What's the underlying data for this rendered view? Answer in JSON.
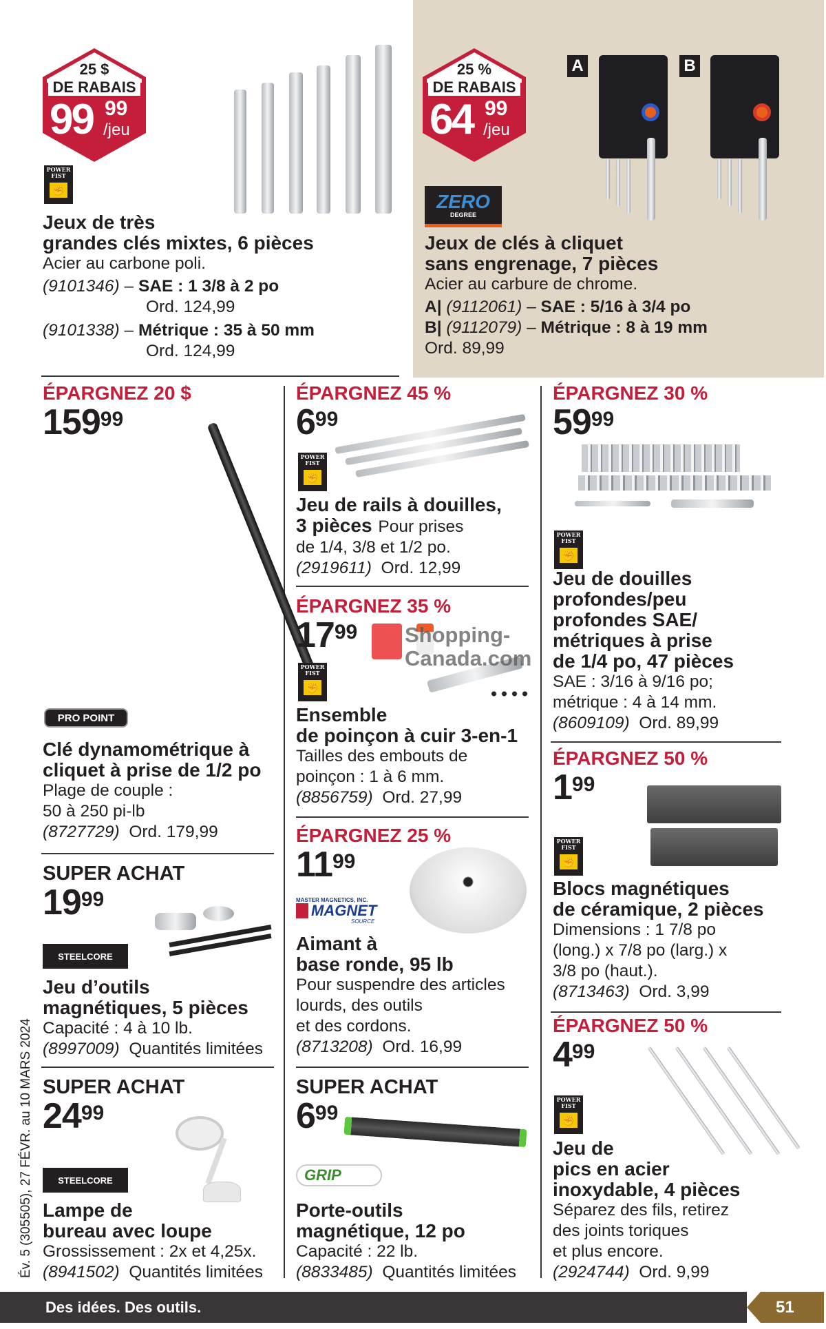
{
  "colors": {
    "accent_red": "#c41e3a",
    "top_right_bg": "#e0d7c6",
    "footer_bg": "#3a3536",
    "page_tab": "#8a6a2e",
    "power_fist_yellow": "#f5c800"
  },
  "top_left": {
    "badge": {
      "line1": "25 $",
      "line2": "DE RABAIS",
      "price_int": "99",
      "price_cents": "99",
      "unit": "/jeu"
    },
    "brand": "POWER FIST",
    "title": [
      "Jeux de très",
      "grandes clés mixtes, 6 pièces"
    ],
    "desc": "Acier au carbone poli.",
    "variants": [
      {
        "sku": "(9101346)",
        "sep": "–",
        "spec": "SAE : 1 3/8 à 2 po",
        "ord": "Ord. 124,99"
      },
      {
        "sku": "(9101338)",
        "sep": "–",
        "spec": "Métrique : 35 à 50 mm",
        "ord": "Ord. 124,99"
      }
    ]
  },
  "top_right": {
    "badge": {
      "line1": "25 %",
      "line2": "DE RABAIS",
      "price_int": "64",
      "price_cents": "99",
      "unit": "/jeu"
    },
    "brand": {
      "name": "ZERO",
      "sub": "DEGREE"
    },
    "image_labels": [
      "A",
      "B"
    ],
    "title": [
      "Jeux de clés à cliquet",
      "sans engrenage, 7 pièces"
    ],
    "desc": "Acier au carbure de chrome.",
    "variants": [
      {
        "label": "A|",
        "sku": "(9112061)",
        "sep": "–",
        "spec": "SAE : 5/16 à 3/4 po"
      },
      {
        "label": "B|",
        "sku": "(9112079)",
        "sep": "–",
        "spec": "Métrique : 8 à 19 mm"
      }
    ],
    "ord": "Ord. 89,99"
  },
  "products": [
    {
      "save": "ÉPARGNEZ 20 $",
      "price_int": "159",
      "price_cents": "99",
      "brand": "PRO POINT",
      "title": [
        "Clé dynamométrique à",
        "cliquet à prise de 1/2 po"
      ],
      "desc": [
        "Plage de couple :",
        "50 à 250 pi-lb"
      ],
      "sku": "(8727729)",
      "note": "Ord. 179,99"
    },
    {
      "save": "SUPER ACHAT",
      "price_int": "19",
      "price_cents": "99",
      "brand": "STEELCORE",
      "title": [
        "Jeu d’outils",
        "magnétiques, 5 pièces"
      ],
      "desc": [
        "Capacité : 4 à 10 lb."
      ],
      "sku": "(8997009)",
      "note": "Quantités limitées"
    },
    {
      "save": "SUPER ACHAT",
      "price_int": "24",
      "price_cents": "99",
      "brand": "STEELCORE",
      "title": [
        "Lampe de",
        "bureau avec loupe"
      ],
      "desc": [
        "Grossissement : 2x et 4,25x."
      ],
      "sku": "(8941502)",
      "note": "Quantités limitées"
    },
    {
      "save": "ÉPARGNEZ 45 %",
      "price_int": "6",
      "price_cents": "99",
      "brand": "POWER FIST",
      "title": [
        "Jeu de rails à douilles,",
        "3 pièces"
      ],
      "title_tail": "Pour prises",
      "desc": [
        "de 1/4, 3/8 et 1/2 po."
      ],
      "sku": "(2919611)",
      "note": "Ord. 12,99"
    },
    {
      "save": "ÉPARGNEZ 35 %",
      "price_int": "17",
      "price_cents": "99",
      "brand": "POWER FIST",
      "title": [
        "Ensemble",
        "de poinçon à cuir 3-en-1"
      ],
      "desc": [
        "Tailles des embouts de",
        "poinçon : 1 à 6 mm."
      ],
      "sku": "(8856759)",
      "note": "Ord. 27,99"
    },
    {
      "save": "ÉPARGNEZ 25 %",
      "price_int": "11",
      "price_cents": "99",
      "brand": {
        "top": "MASTER MAGNETICS, INC.",
        "name": "MAGNET",
        "sub": "SOURCE"
      },
      "title": [
        "Aimant à",
        "base ronde, 95 lb"
      ],
      "desc": [
        "Pour suspendre des articles",
        "lourds, des outils",
        "et des cordons."
      ],
      "sku": "(8713208)",
      "note": "Ord. 16,99"
    },
    {
      "save": "SUPER ACHAT",
      "price_int": "6",
      "price_cents": "99",
      "brand": "GRIP",
      "title": [
        "Porte-outils",
        "magnétique, 12 po"
      ],
      "desc": [
        "Capacité : 22 lb."
      ],
      "sku": "(8833485)",
      "note": "Quantités limitées"
    },
    {
      "save": "ÉPARGNEZ 30 %",
      "price_int": "59",
      "price_cents": "99",
      "brand": "POWER FIST",
      "title": [
        "Jeu de douilles",
        "profondes/peu",
        "profondes SAE/",
        "métriques à prise",
        "de 1/4 po, 47 pièces"
      ],
      "desc": [
        "SAE : 3/16 à 9/16 po;",
        "métrique : 4 à 14 mm."
      ],
      "sku": "(8609109)",
      "note": "Ord. 89,99"
    },
    {
      "save": "ÉPARGNEZ 50 %",
      "price_int": "1",
      "price_cents": "99",
      "brand": "POWER FIST",
      "title": [
        "Blocs magnétiques",
        "de céramique, 2 pièces"
      ],
      "desc": [
        "Dimensions : 1 7/8 po",
        "(long.) x 7/8 po (larg.) x",
        "3/8 po (haut.)."
      ],
      "sku": "(8713463)",
      "note": "Ord. 3,99"
    },
    {
      "save": "ÉPARGNEZ 50 %",
      "price_int": "4",
      "price_cents": "99",
      "brand": "POWER FIST",
      "title": [
        "Jeu de",
        "pics en acier",
        "inoxydable, 4 pièces"
      ],
      "desc": [
        "Séparez des fils, retirez",
        "des joints toriques",
        "et plus encore."
      ],
      "sku": "(2924744)",
      "note": "Ord. 9,99"
    }
  ],
  "side_text": "Év. 5 (305505), 27 FÉVR. au 10 MARS 2024",
  "footer": {
    "slogan": "Des idées. Des outils.",
    "page": "51"
  },
  "watermark": "Shopping-Canada.com"
}
